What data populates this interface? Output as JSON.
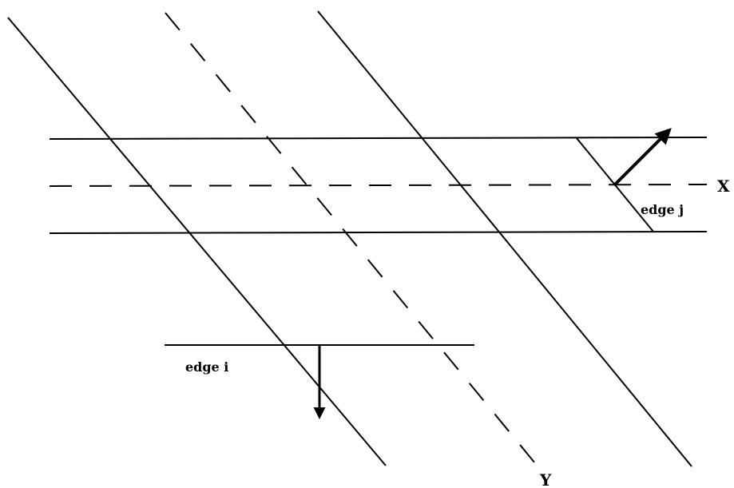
{
  "labels": {
    "edge_j": "edge j",
    "edge_i": "edge i",
    "axis_x": "X",
    "axis_y": "Y"
  },
  "colors": {
    "ink": "#000000",
    "background": "#ffffff"
  }
}
